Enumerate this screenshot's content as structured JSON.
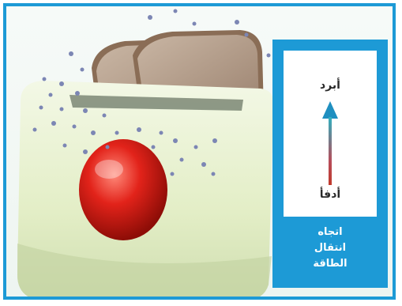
{
  "diagram": {
    "panel": {
      "label_top": "أبرد",
      "label_bottom": "أدفأ",
      "caption_lines": [
        "اتجاه",
        "انتقال",
        "الطاقة"
      ],
      "arrow_direction": "up"
    },
    "colors": {
      "frame_border": "#1d9ad6",
      "panel_background": "#1d9ad6",
      "arrow_top": "#1f8fc0",
      "arrow_bottom": "#c0392b",
      "toaster_body": "#e9f2d2",
      "toaster_button": "#e2231a",
      "bread": "#b19a86",
      "particles": "#7c86b4"
    },
    "icons": [
      "toaster-icon",
      "bread-slice-icon",
      "button-icon",
      "particle-icon",
      "arrow-up-icon"
    ]
  }
}
